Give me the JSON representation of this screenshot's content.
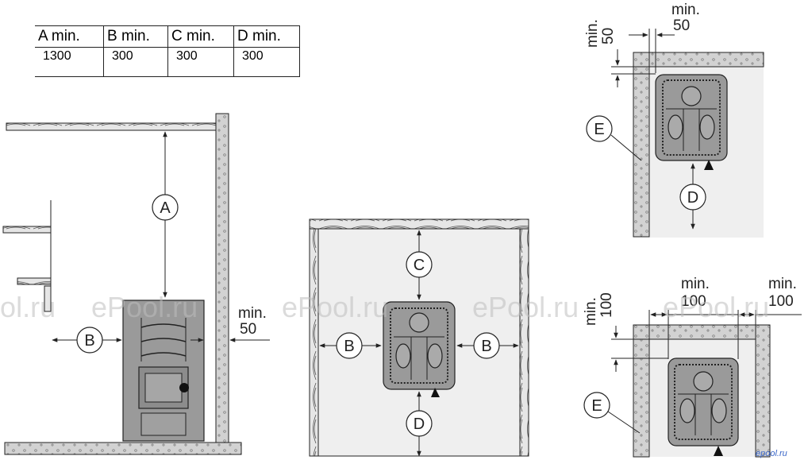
{
  "table": {
    "headers": [
      "A min.",
      "B min.",
      "C min.",
      "D min."
    ],
    "values": [
      "1300",
      "300",
      "300",
      "300"
    ]
  },
  "labels": {
    "a": "A",
    "b": "B",
    "c": "C",
    "d": "D",
    "e": "E",
    "min": "min.",
    "v50": "50",
    "v100": "100"
  },
  "watermark": "ePool.ru",
  "logo": "epool.ru",
  "colors": {
    "line": "#222222",
    "wall_fill": "#cfcfcf",
    "floor_fill": "#efefef",
    "heater_fill": "#9a9a9a",
    "watermark": "#bdbdbd"
  }
}
